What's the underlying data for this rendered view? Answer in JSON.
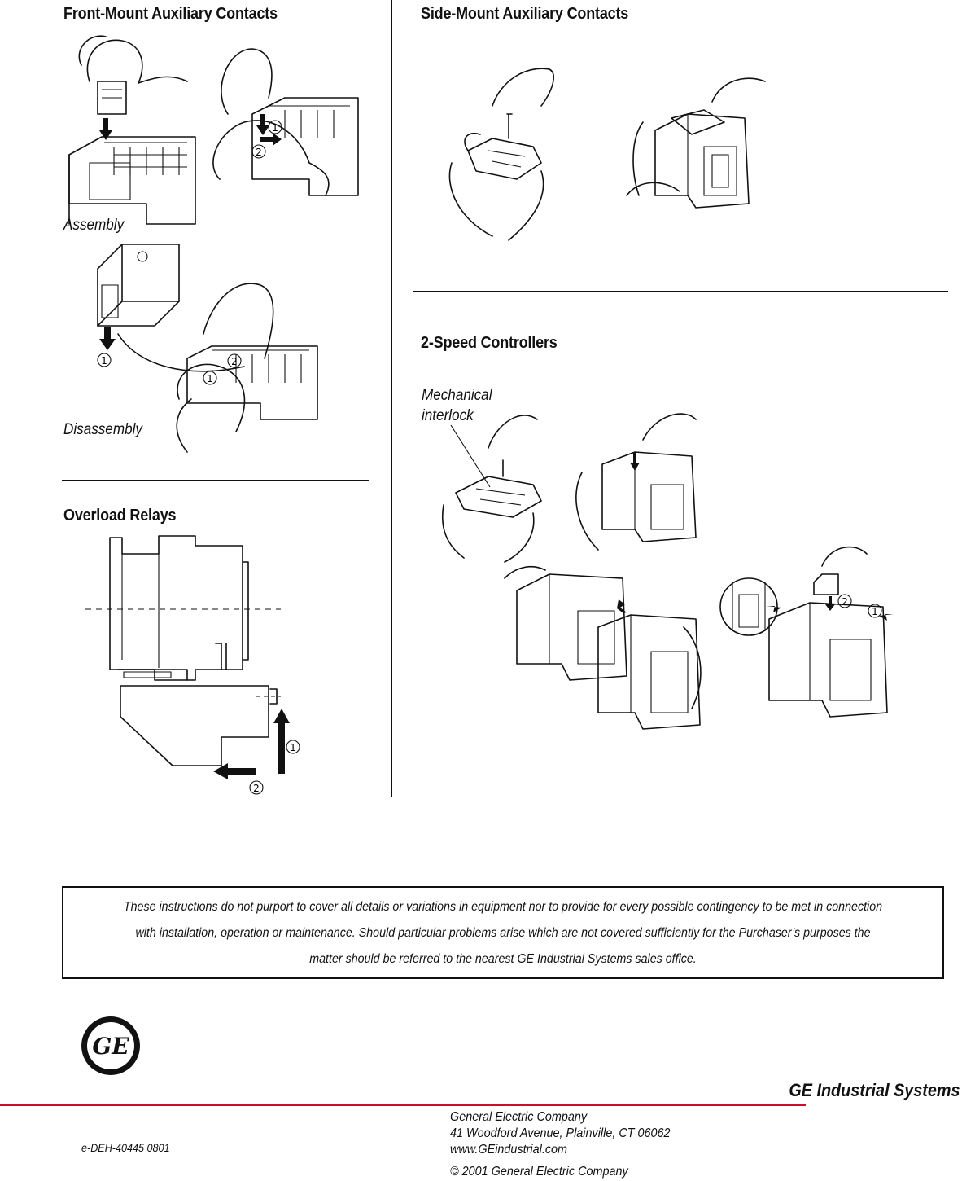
{
  "sections": {
    "front_mount": {
      "title": "Front-Mount Auxiliary Contacts",
      "assembly_caption": "Assembly",
      "disassembly_caption": "Disassembly"
    },
    "side_mount": {
      "title": "Side-Mount Auxiliary Contacts"
    },
    "overload": {
      "title": "Overload Relays"
    },
    "two_speed": {
      "title": "2-Speed Controllers",
      "callout_line1": "Mechanical",
      "callout_line2": "interlock"
    }
  },
  "step_markers": {
    "one": "1",
    "two": "2"
  },
  "disclaimer": {
    "line1": "These instructions do not purport to cover all details or variations in equipment nor to provide for every possible contingency to be met in connection",
    "line2": "with installation, operation or maintenance. Should particular problems arise which are not covered sufficiently for the Purchaser’s purposes the",
    "line3": "matter should be referred to the nearest GE Industrial Systems sales office."
  },
  "footer": {
    "logo_text": "GE",
    "brand": "GE Industrial Systems",
    "company": "General Electric Company",
    "address": "41 Woodford Avenue, Plainville, CT 06062",
    "website": "www.GEindustrial.com",
    "copyright": "© 2001 General Electric Company",
    "doc_number": "e-DEH-40445  0801"
  },
  "colors": {
    "accent_line": "#c8102e",
    "ink": "#111111"
  }
}
